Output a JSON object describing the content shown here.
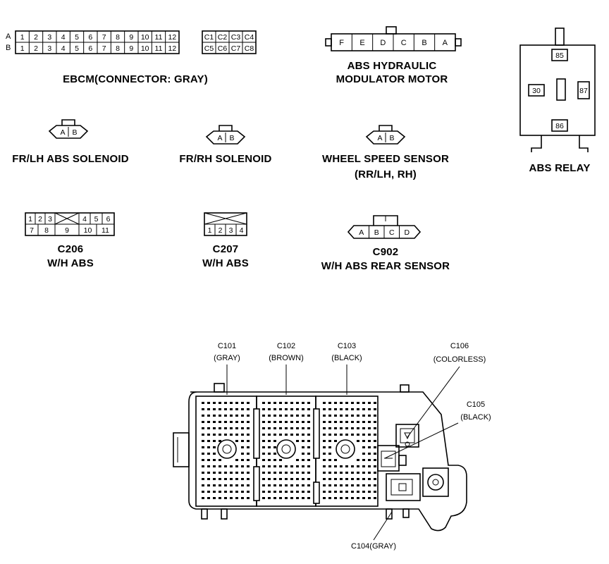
{
  "ebcm": {
    "row_labels": [
      "A",
      "B"
    ],
    "pins": [
      "1",
      "2",
      "3",
      "4",
      "5",
      "6",
      "7",
      "8",
      "9",
      "10",
      "11",
      "12"
    ],
    "c_pins": [
      [
        "C1",
        "C2",
        "C3",
        "C4"
      ],
      [
        "C5",
        "C6",
        "C7",
        "C8"
      ]
    ],
    "label": "EBCM(CONNECTOR: GRAY)"
  },
  "modulator": {
    "pins": [
      "F",
      "E",
      "D",
      "C",
      "B",
      "A"
    ],
    "label_line1": "ABS HYDRAULIC",
    "label_line2": "MODULATOR MOTOR"
  },
  "relay": {
    "pins": [
      "85",
      "30",
      "87",
      "86"
    ],
    "label": "ABS RELAY"
  },
  "fr_lh": {
    "pins": [
      "A",
      "B"
    ],
    "label": "FR/LH ABS SOLENOID"
  },
  "fr_rh": {
    "pins": [
      "A",
      "B"
    ],
    "label": "FR/RH SOLENOID"
  },
  "wheel_sensor": {
    "pins": [
      "A",
      "B"
    ],
    "label_line1": "WHEEL  SPEED  SENSOR",
    "label_line2": "(RR/LH,  RH)"
  },
  "c206": {
    "top_pins": [
      "1",
      "2",
      "3",
      "4",
      "5",
      "6"
    ],
    "bottom_pins": [
      "7",
      "8",
      "9",
      "10",
      "11"
    ],
    "name": "C206",
    "desc": "W/H ABS"
  },
  "c207": {
    "pins": [
      "1",
      "2",
      "3",
      "4"
    ],
    "name": "C207",
    "desc": "W/H ABS"
  },
  "c902": {
    "pins": [
      "A",
      "B",
      "C",
      "D"
    ],
    "name": "C902",
    "desc": "W/H ABS REAR SENSOR"
  },
  "fuse_block": {
    "c101": {
      "name": "C101",
      "color": "(GRAY)"
    },
    "c102": {
      "name": "C102",
      "color": "(BROWN)"
    },
    "c103": {
      "name": "C103",
      "color": "(BLACK)"
    },
    "c106": {
      "name": "C106",
      "color": "(COLORLESS)"
    },
    "c105": {
      "name": "C105",
      "color": "(BLACK)"
    },
    "c104": {
      "name": "C104(GRAY)"
    }
  }
}
